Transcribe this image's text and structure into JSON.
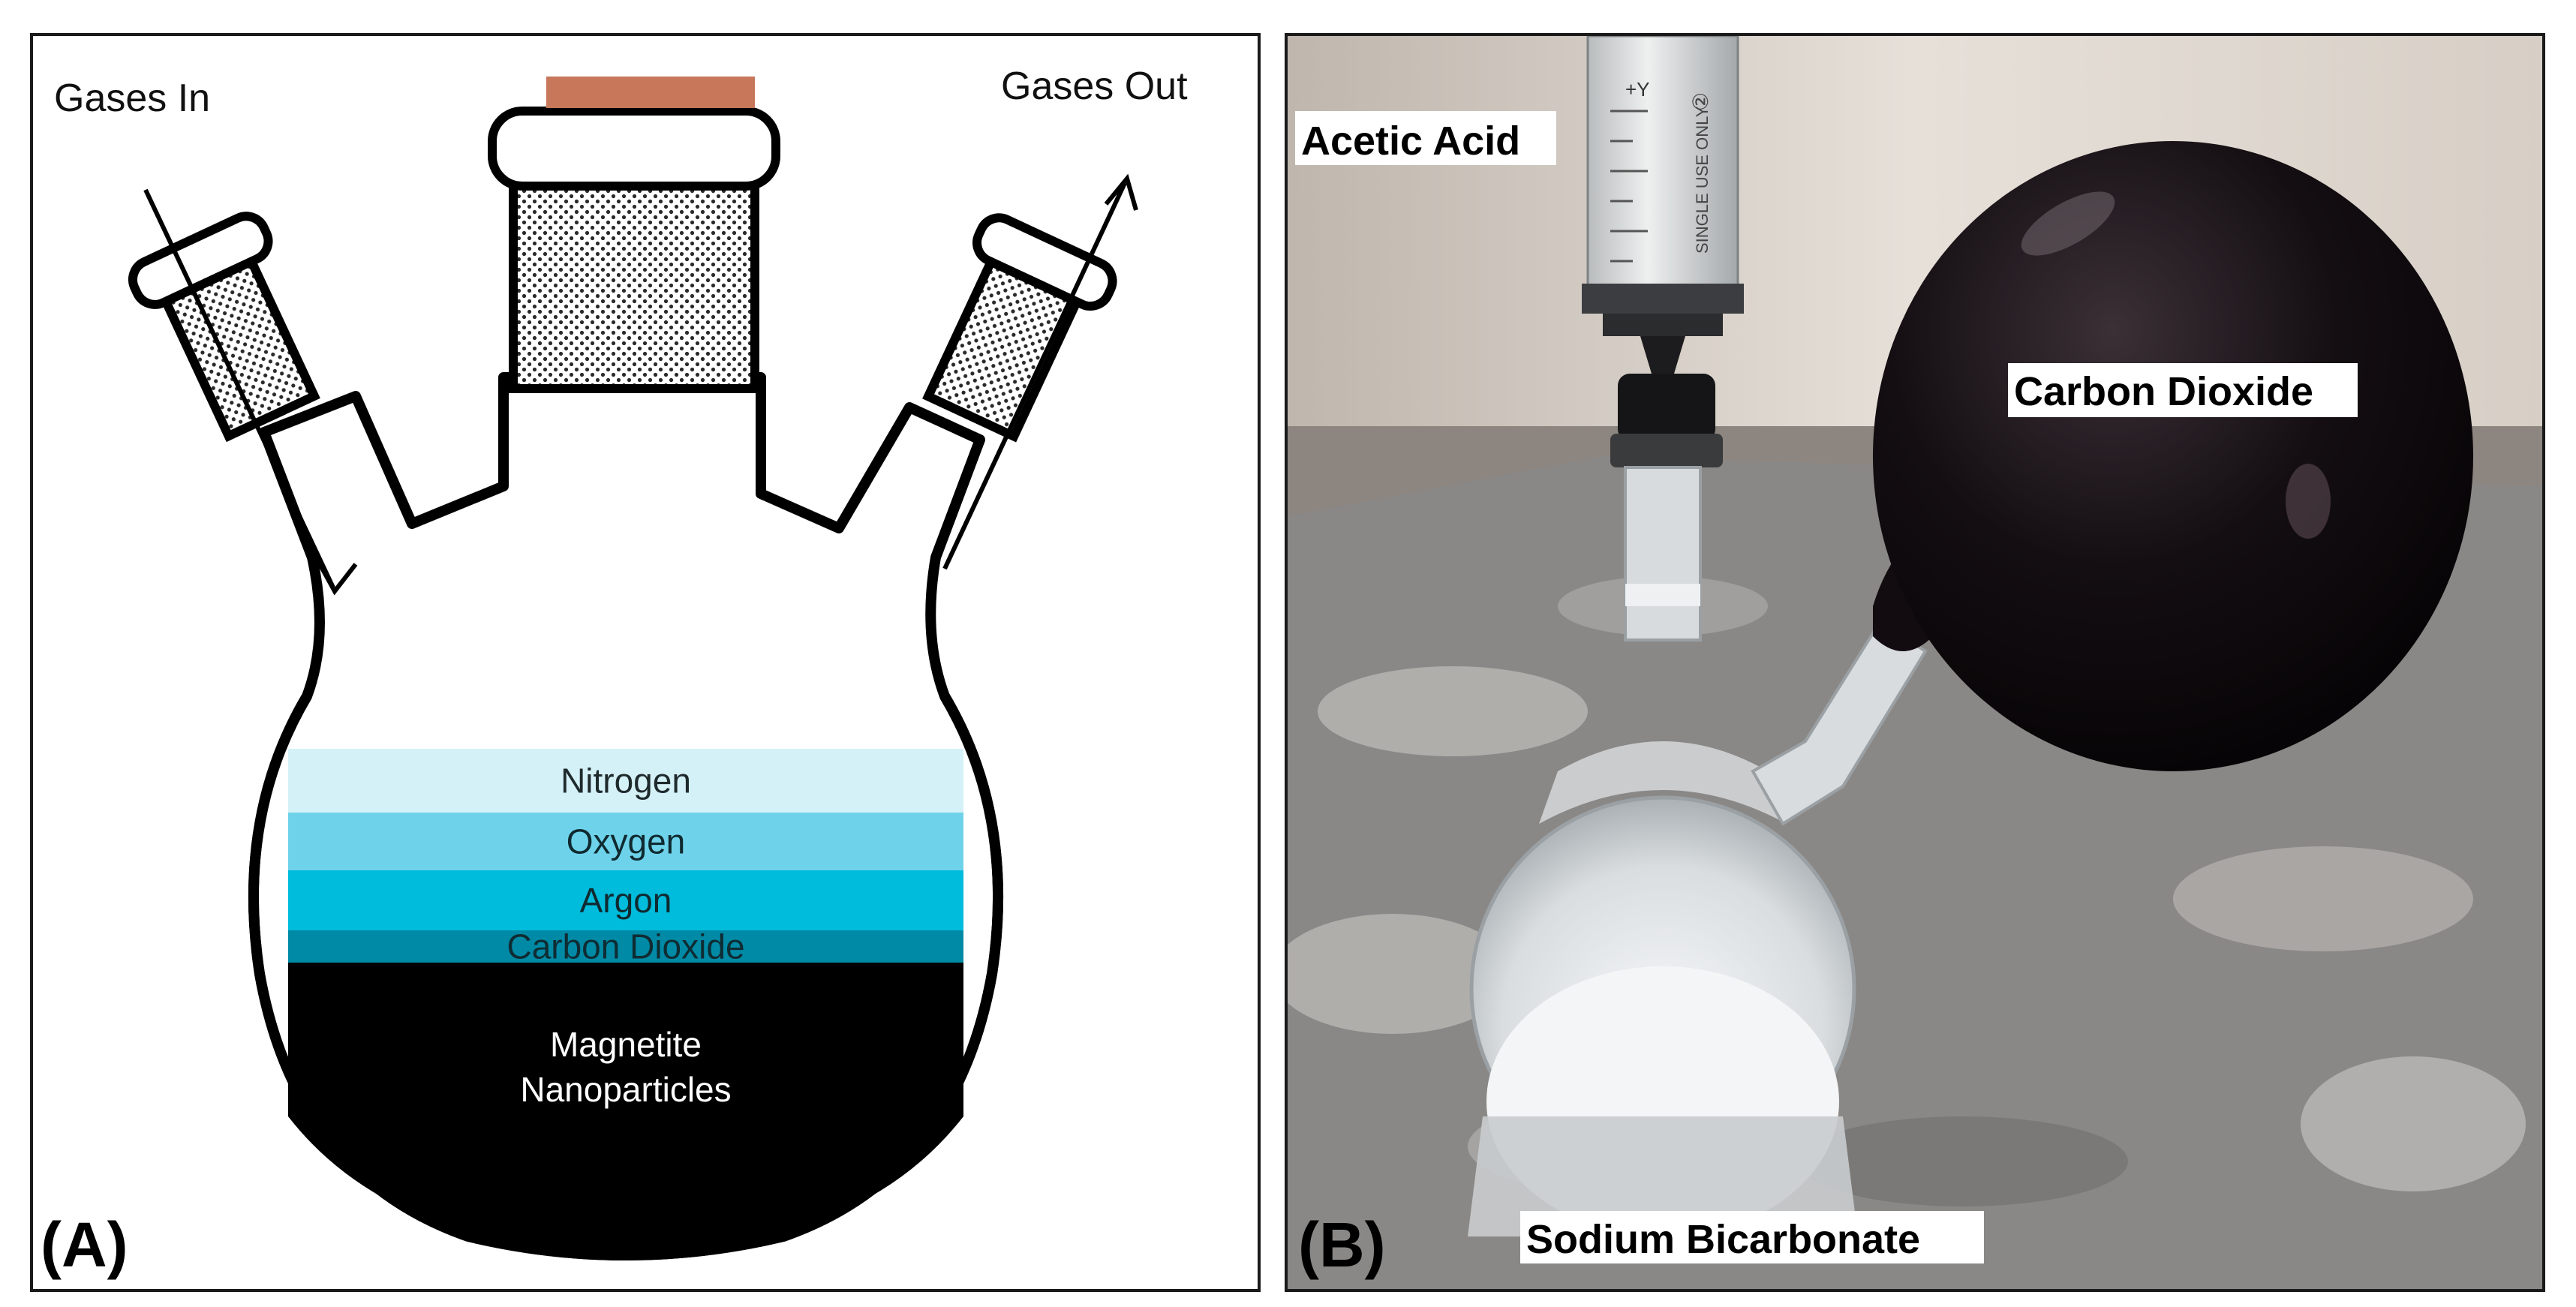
{
  "panel_a": {
    "letter": "(A)",
    "labels": {
      "gases_in": "Gases In",
      "gases_out": "Gases Out"
    },
    "layers": [
      {
        "name": "Nitrogen",
        "color": "#d5f1f8"
      },
      {
        "name": "Oxygen",
        "color": "#6ed3ea"
      },
      {
        "name": "Argon",
        "color": "#00bcdc"
      },
      {
        "name": "Carbon Dioxide",
        "color": "#008aa6"
      }
    ],
    "sediment": {
      "line1": "Magnetite",
      "line2": "Nanoparticles",
      "color": "#000000"
    },
    "stopper_color": "#c8775a"
  },
  "panel_b": {
    "letter": "(B)",
    "labels": {
      "acetic_acid": "Acetic Acid",
      "carbon_dioxide": "Carbon Dioxide",
      "sodium_bicarbonate": "Sodium Bicarbonate"
    },
    "syringe_text": {
      "mark": "+Y",
      "side": "SINGLE USE ONLY",
      "symbol": "②"
    }
  }
}
